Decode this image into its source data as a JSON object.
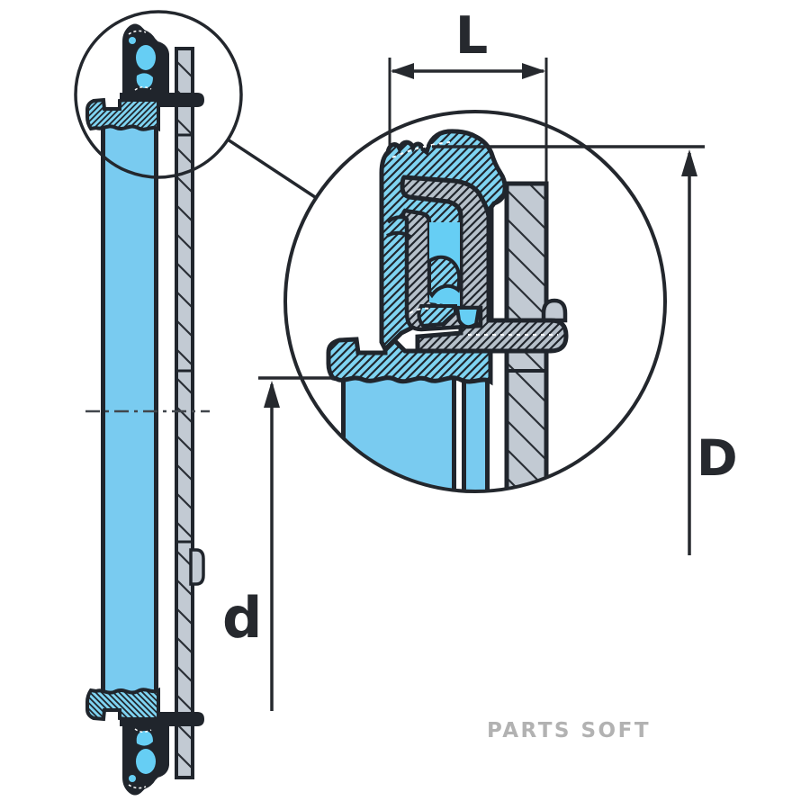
{
  "diagram": {
    "description": "Technical cross-section drawing of a wheel hub oil seal (cassette seal) with magnified detail circle",
    "dimensions": {
      "length_label": "L",
      "outer_diameter_label": "D",
      "shaft_diameter_label": "d"
    },
    "watermark": "PARTS SOFT",
    "colors": {
      "part_cyan_hatched": "#7FD4F2",
      "part_cyan_solid": "#79CBF0",
      "cavity_cyan": "#66CEF4",
      "metal_gray": "#B6C0CA",
      "plate_gray": "#C2CAD3",
      "outline_dark": "#20252C",
      "dimension_line": "#26292e",
      "watermark_gray": "#B2B2B2"
    }
  }
}
